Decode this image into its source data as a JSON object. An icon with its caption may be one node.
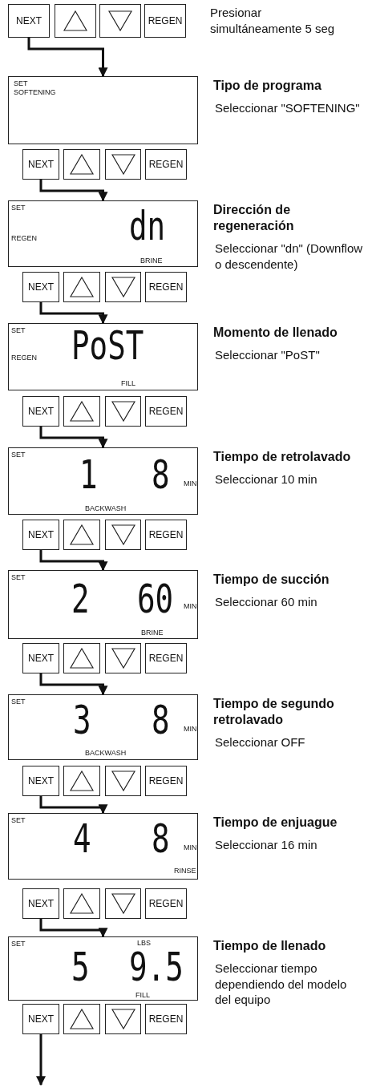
{
  "diagram": {
    "nodes": [
      {
        "text": [
          "NEXT"
        ]
      },
      {
        "text": [],
        "shape": "triangle"
      },
      {
        "text": [],
        "shape": "triangle"
      },
      {
        "text": [
          "REGEN"
        ]
      },
      {
        "text": [
          "SET",
          "SOFTENING"
        ],
        "beside": [
          "Tipo de programa",
          "Seleccionar \"SOFTENING\""
        ]
      },
      {
        "text": [
          "NEXT"
        ]
      },
      {
        "text": [],
        "shape": "triangle"
      },
      {
        "text": [],
        "shape": "triangle"
      },
      {
        "text": [
          "REGEN"
        ]
      },
      {
        "text": [
          "SET",
          "REGEN",
          "dn",
          "BRINE"
        ],
        "beside": [
          "Dirección de regeneración",
          "Seleccionar \"dn\" (Downflow o descendente)"
        ]
      },
      {
        "text": [
          "NEXT"
        ]
      },
      {
        "text": [],
        "shape": "triangle"
      },
      {
        "text": [],
        "shape": "triangle"
      },
      {
        "text": [
          "REGEN"
        ]
      },
      {
        "text": [
          "SET",
          "REGEN",
          "PoST",
          "FILL"
        ],
        "beside": [
          "Momento de llenado",
          "Seleccionar \"PoST\""
        ]
      },
      {
        "text": [
          "NEXT"
        ]
      },
      {
        "text": [],
        "shape": "triangle"
      },
      {
        "text": [],
        "shape": "triangle"
      },
      {
        "text": [
          "REGEN"
        ]
      },
      {
        "text": [
          "SET",
          "1",
          "8",
          "MIN",
          "BACKWASH"
        ],
        "beside": [
          "Tiempo de retrolavado",
          "Seleccionar 10 min"
        ]
      },
      {
        "text": [
          "NEXT"
        ]
      },
      {
        "text": [],
        "shape": "triangle"
      },
      {
        "text": [],
        "shape": "triangle"
      },
      {
        "text": [
          "REGEN"
        ]
      },
      {
        "text": [
          "SET",
          "2",
          "60",
          "MIN",
          "BRINE"
        ],
        "beside": [
          "Tiempo de succión",
          "Seleccionar 60 min"
        ]
      },
      {
        "text": [
          "NEXT"
        ]
      },
      {
        "text": [],
        "shape": "triangle"
      },
      {
        "text": [],
        "shape": "triangle"
      },
      {
        "text": [
          "REGEN"
        ]
      },
      {
        "text": [
          "SET",
          "3",
          "8",
          "MIN",
          "BACKWASH"
        ],
        "beside": [
          "Tiempo de segundo retrolavado",
          "Seleccionar OFF"
        ]
      },
      {
        "text": [
          "NEXT"
        ]
      },
      {
        "text": [],
        "shape": "triangle"
      },
      {
        "text": [],
        "shape": "triangle"
      },
      {
        "text": [
          "REGEN"
        ]
      },
      {
        "text": [
          "SET",
          "4",
          "8",
          "MIN",
          "RINSE"
        ],
        "beside": [
          "Tiempo de enjuague",
          "Seleccionar 16 min"
        ]
      },
      {
        "text": [
          "NEXT"
        ]
      },
      {
        "text": [],
        "shape": "triangle"
      },
      {
        "text": [],
        "shape": "triangle"
      },
      {
        "text": [
          "REGEN"
        ]
      },
      {
        "text": [
          "SET",
          "LBS",
          "5",
          "9.5",
          "FILL"
        ],
        "beside": [
          "Tiempo de llenado",
          "Seleccionar tiempo dependiendo del modelo del equipo"
        ]
      },
      {
        "text": [
          "NEXT"
        ]
      },
      {
        "text": [],
        "shape": "triangle"
      },
      {
        "text": [],
        "shape": "triangle"
      },
      {
        "text": [
          "REGEN"
        ]
      }
    ],
    "edges": [
      {
        "from": 0,
        "to": 4,
        "arrow": "to"
      },
      {
        "from": 5,
        "to": 9,
        "arrow": "to"
      },
      {
        "from": 10,
        "to": 14,
        "arrow": "to"
      },
      {
        "from": 15,
        "to": 19,
        "arrow": "to"
      },
      {
        "from": 20,
        "to": 24,
        "arrow": "to"
      },
      {
        "from": 25,
        "to": 29,
        "arrow": "to"
      },
      {
        "from": 30,
        "to": 34,
        "arrow": "to"
      },
      {
        "from": 35,
        "to": 39,
        "arrow": "to"
      },
      {
        "from": 40,
        "to": null,
        "arrow": "to"
      }
    ],
    "labels": [
      "Presionar simultáneamente 5 seg"
    ]
  }
}
